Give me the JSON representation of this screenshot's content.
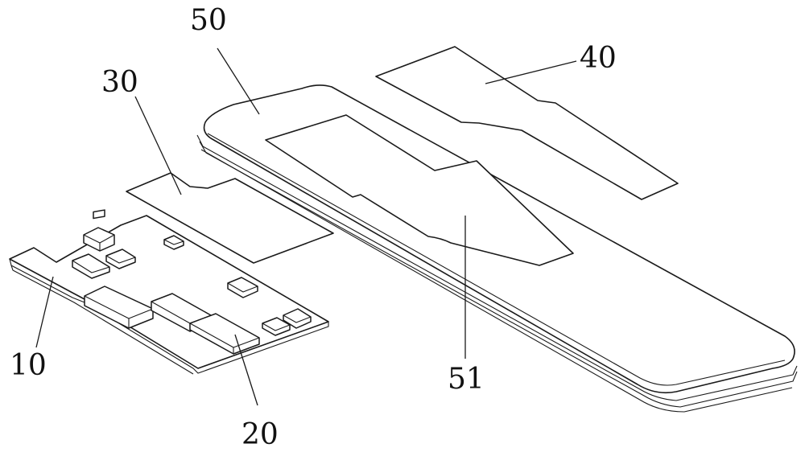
{
  "labels": {
    "board": "10",
    "components": "20",
    "film": "30",
    "top_sheet": "40",
    "frame": "50",
    "recess": "51"
  }
}
